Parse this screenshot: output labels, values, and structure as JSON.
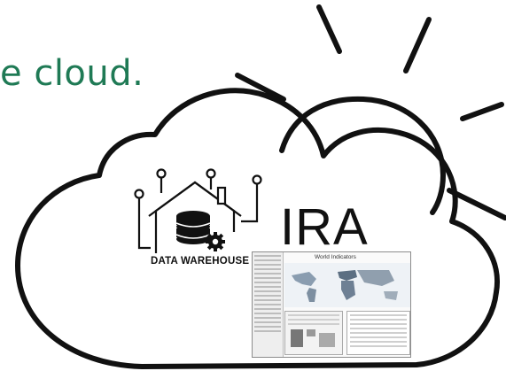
{
  "caption": "e cloud.",
  "data_warehouse_label": "DATA WAREHOUSE",
  "ira_label": "IRA",
  "dashboard": {
    "title": "World Indicators"
  },
  "icons": [
    "sun-icon",
    "cloud-icon",
    "data-warehouse-icon",
    "database-icon",
    "gear-icon",
    "dashboard-thumbnail"
  ]
}
